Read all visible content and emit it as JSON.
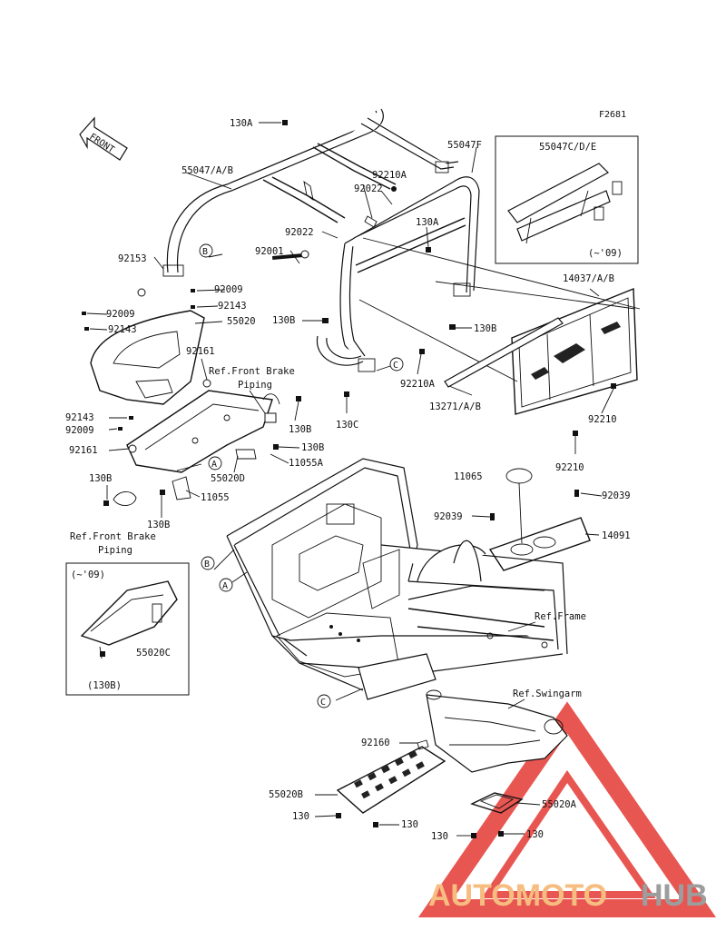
{
  "figure_code": "F2681",
  "front_arrow": "FRONT",
  "part_labels": {
    "p130A_top": "130A",
    "p55047AB": "55047/A/B",
    "p55047F": "55047F",
    "p92210A_top": "92210A",
    "p92022_a": "92022",
    "p92022_b": "92022",
    "p130A_mid": "130A",
    "p92001": "92001",
    "p92153": "92153",
    "p92009_a": "92009",
    "p92009_b": "92009",
    "p92143_a": "92143",
    "p92143_b": "92143",
    "p92143_c": "92143",
    "p55020": "55020",
    "p130B_a": "130B",
    "p130B_b": "130B",
    "p130B_c": "130B",
    "p130B_d": "130B",
    "p130B_e": "130B",
    "p92161_a": "92161",
    "p92161_b": "92161",
    "p92210A_mid": "92210A",
    "p130C": "130C",
    "p13271AB": "13271/A/B",
    "p14037AB": "14037/A/B",
    "p92210_a": "92210",
    "p92210_b": "92210",
    "p55020D": "55020D",
    "p11055A": "11055A",
    "p11055": "11055",
    "p11065": "11065",
    "p92039_a": "92039",
    "p92039_b": "92039",
    "p14091": "14091",
    "p55020C": "55020C",
    "p130B_paren": "(130B)",
    "p92009_c": "92009",
    "p92160": "92160",
    "p55020B": "55020B",
    "p55020A": "55020A",
    "p130_a": "130",
    "p130_b": "130",
    "p130_c": "130",
    "p130_d": "130"
  },
  "inset_labels": {
    "top_inset_title": "55047C/D/E",
    "top_inset_note": "(~'09)",
    "left_inset_note": "(~'09)"
  },
  "references": {
    "front_brake_1_line1": "Ref.Front Brake",
    "front_brake_1_line2": "Piping",
    "front_brake_2_line1": "Ref.Front Brake",
    "front_brake_2_line2": "Piping",
    "frame": "Ref.Frame",
    "swingarm": "Ref.Swingarm"
  },
  "callouts": [
    "A",
    "B",
    "C"
  ],
  "watermark": {
    "text_auto": "AUTOMOTO",
    "text_hub": "HUB",
    "color_red": "#e53935",
    "color_orange": "#f6b26b",
    "color_gray": "#8c8c8c"
  }
}
